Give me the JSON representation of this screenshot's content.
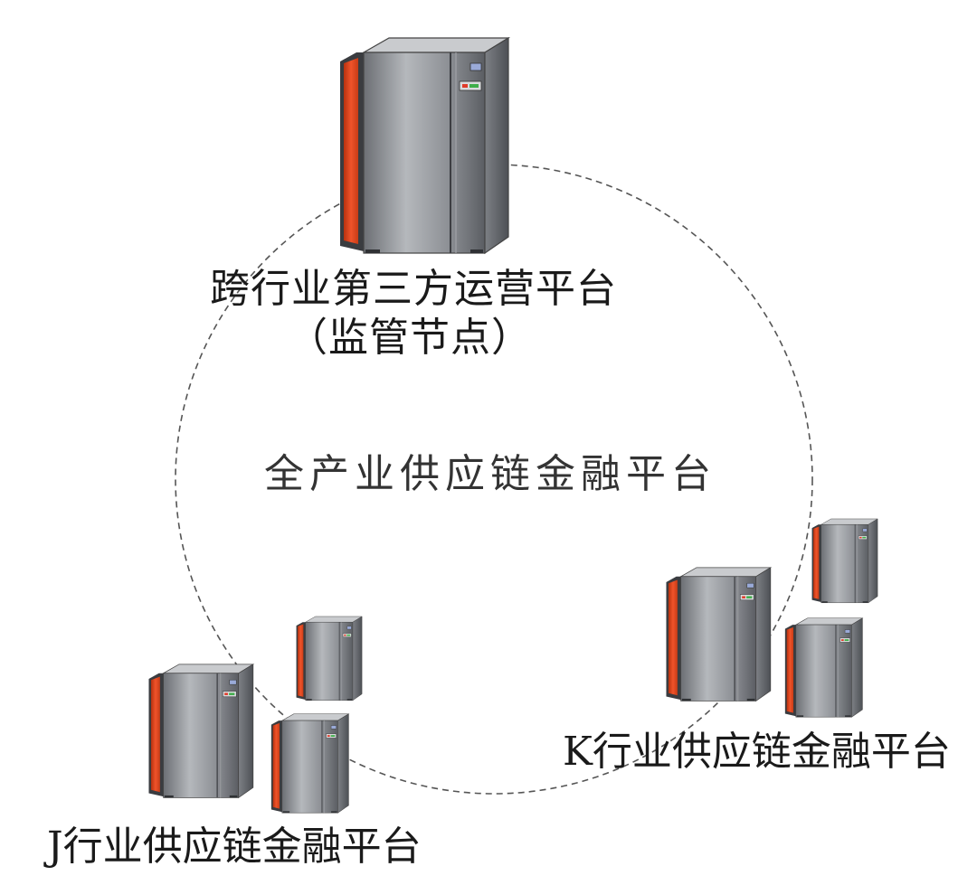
{
  "diagram": {
    "nodes": [
      {
        "id": "supervisor",
        "label_line1": "跨行业第三方运营平台",
        "label_line2": "（监管节点）",
        "server_count": 1
      },
      {
        "id": "k",
        "label": "K行业供应链金融平台",
        "server_count": 3
      },
      {
        "id": "j",
        "label": "J行业供应链金融平台",
        "server_count": 3
      }
    ],
    "center_label": "全产业供应链金融平台",
    "ring": {
      "style": "dashed"
    },
    "colors": {
      "server_body": "#8c8f94",
      "server_body_dark": "#5e6166",
      "server_panel": "#e2461f",
      "ring": "#555555",
      "text": "#1a1a1a"
    }
  }
}
